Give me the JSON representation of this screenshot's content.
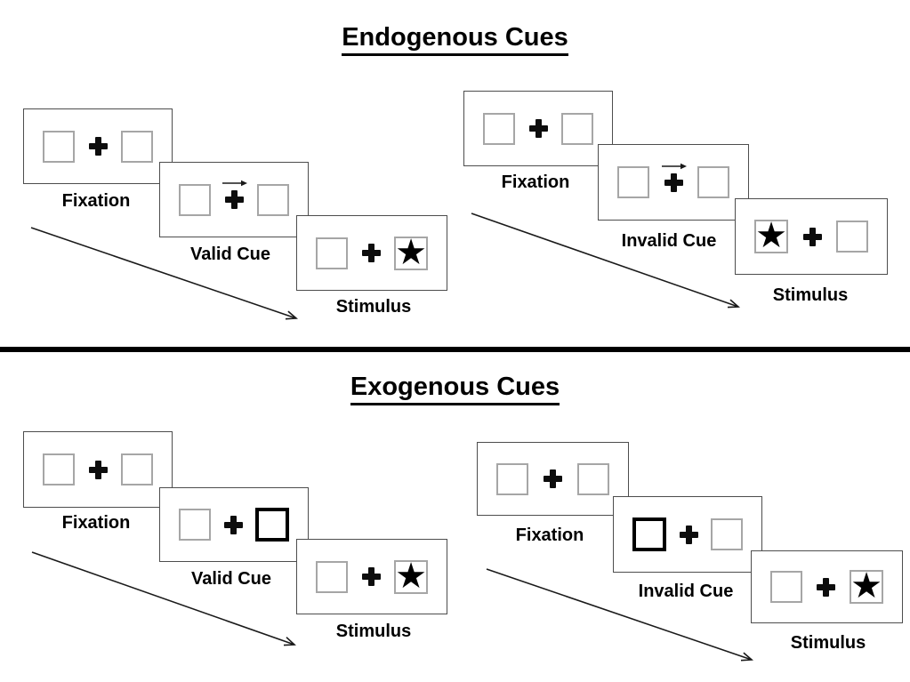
{
  "sections": [
    {
      "title": "Endogenous Cues",
      "groups": [
        {
          "name": "valid",
          "panels": [
            {
              "label": "Fixation"
            },
            {
              "label": "Valid Cue",
              "cue": "arrow-pointing-right-above-fixation-cross"
            },
            {
              "label": "Stimulus",
              "star_position": "right"
            }
          ]
        },
        {
          "name": "invalid",
          "panels": [
            {
              "label": "Fixation"
            },
            {
              "label": "Invalid Cue",
              "cue": "arrow-pointing-right-above-fixation-cross"
            },
            {
              "label": "Stimulus",
              "star_position": "left"
            }
          ]
        }
      ]
    },
    {
      "title": "Exogenous Cues",
      "groups": [
        {
          "name": "valid",
          "panels": [
            {
              "label": "Fixation"
            },
            {
              "label": "Valid Cue",
              "cue": "thick-border-right-box"
            },
            {
              "label": "Stimulus",
              "star_position": "right"
            }
          ]
        },
        {
          "name": "invalid",
          "panels": [
            {
              "label": "Fixation"
            },
            {
              "label": "Invalid Cue",
              "cue": "thick-border-left-box"
            },
            {
              "label": "Stimulus",
              "star_position": "right"
            }
          ]
        }
      ]
    }
  ],
  "glyphs": {
    "star": "★"
  },
  "colors": {
    "ink": "#000000",
    "panel_border": "#4d4d4d",
    "box_border": "#a6a6a6",
    "background": "#ffffff"
  }
}
